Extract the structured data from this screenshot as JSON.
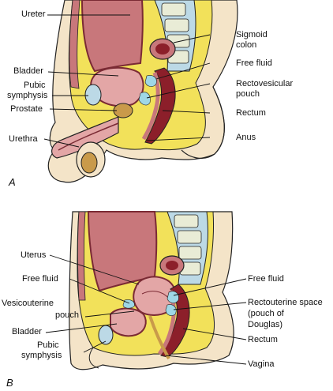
{
  "panels": [
    {
      "letter": "A",
      "labels": {
        "ureter": "Ureter",
        "sigmoid_1": "Sigmoid",
        "sigmoid_2": "colon",
        "free_fluid": "Free fluid",
        "bladder": "Bladder",
        "pubic_1": "Pubic",
        "pubic_2": "symphysis",
        "rectovesicular_1": "Rectovesicular",
        "rectovesicular_2": "pouch",
        "prostate": "Prostate",
        "rectum": "Rectum",
        "urethra": "Urethra",
        "anus": "Anus"
      }
    },
    {
      "letter": "B",
      "labels": {
        "uterus": "Uterus",
        "free_fluid_left": "Free fluid",
        "free_fluid_right": "Free fluid",
        "vesico_1": "Vesicouterine",
        "vesico_2": "pouch",
        "rectouterine_1": "Rectouterine space",
        "rectouterine_2": "(pouch of",
        "rectouterine_3": "Douglas)",
        "bladder": "Bladder",
        "rectum": "Rectum",
        "pubic_1": "Pubic",
        "pubic_2": "symphysis",
        "vagina": "Vagina"
      }
    }
  ],
  "colors": {
    "fat": "#f2e15a",
    "skin": "#f4e4c8",
    "muscle": "#c8777b",
    "muscle_light": "#e3a6a6",
    "peritoneum": "#7a2a34",
    "fluid": "#9fd7e6",
    "bone": "#e9ecd6",
    "bone_blue": "#bcd9e6",
    "rectum_dark": "#8c1f2a",
    "outline": "#222222"
  }
}
